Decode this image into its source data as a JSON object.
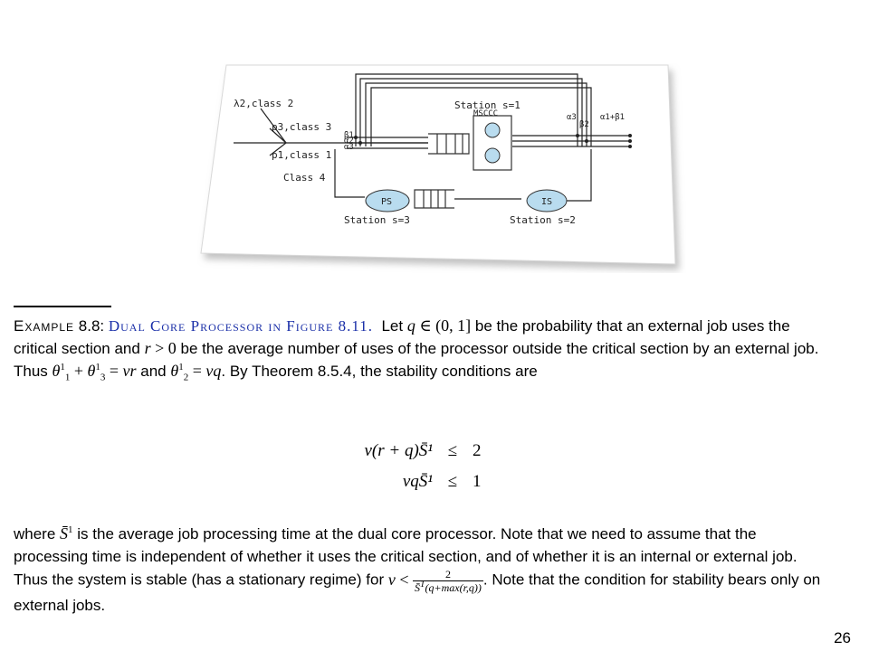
{
  "figure": {
    "labels": {
      "lambda2": "λ2,class 2",
      "p3": "p3,class 3",
      "p1": "p1,class 1",
      "class4": "Class 4",
      "beta1": "β1",
      "alpha2": "α2",
      "alpha3": "α3",
      "alpha3r": "α3",
      "beta2": "β2",
      "alpha1beta1": "α1+β1",
      "station1": "Station s=1",
      "mscc": "MSCCC",
      "ps": "PS",
      "is": "IS",
      "station3": "Station s=3",
      "station2": "Station s=2"
    }
  },
  "example": {
    "word": "Example",
    "number": "8.8:",
    "title": "Dual Core Processor in Figure 8.11.",
    "s1": "Let",
    "s2": "be the probability that an external job uses the critical section and",
    "s3": "be the average number of uses of the processor outside the critical section by an external job. Thus",
    "s4": "and",
    "s5": ". By Theorem 8.5.4, the stability conditions are"
  },
  "equations": [
    {
      "lhs": "ν(r + q)S̄¹",
      "rel": "≤",
      "rhs": "2"
    },
    {
      "lhs": "νqS̄¹",
      "rel": "≤",
      "rhs": "1"
    }
  ],
  "paragraph2": {
    "s1": "where",
    "s2": "is the average job processing time at the dual core processor. Note that we need to assume that the processing time is independent of whether it uses the critical section, and of whether it is an internal or external job. Thus the system is stable (has a stationary regime) for",
    "s3": ". Note that the condition for stability bears only on external jobs."
  },
  "page_number": "26"
}
